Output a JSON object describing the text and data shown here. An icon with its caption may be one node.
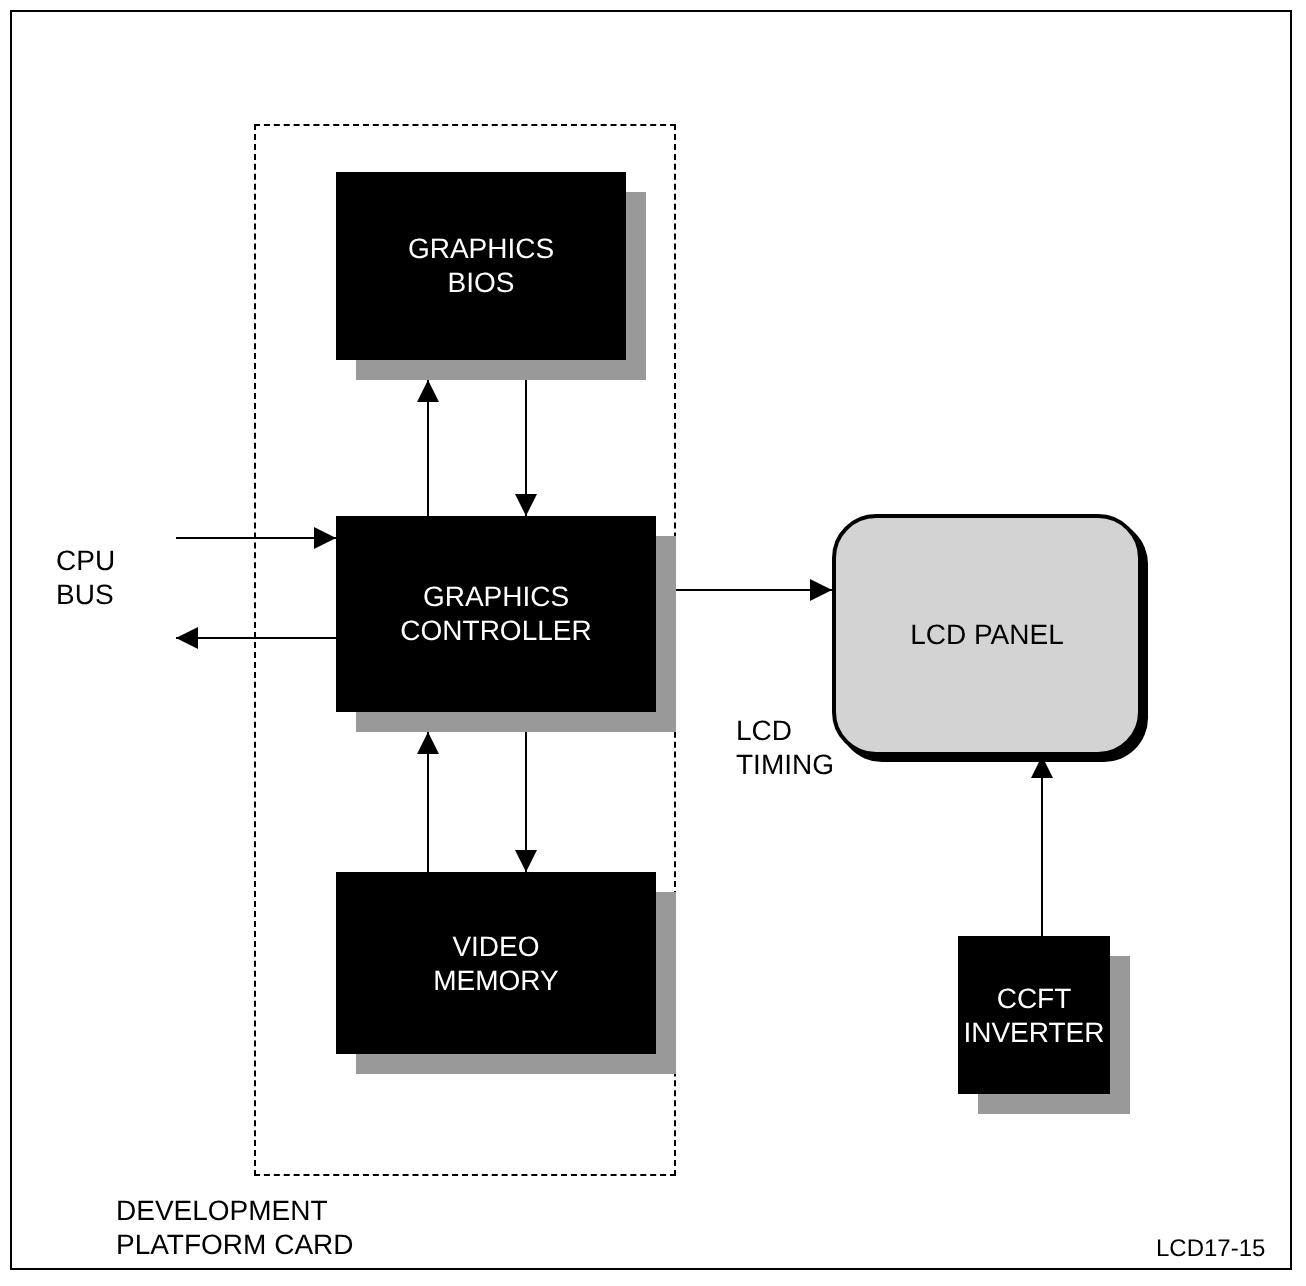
{
  "diagram": {
    "nodes": [
      {
        "text": [
          "DEVELOPMENT PLATFORM CARD"
        ]
      },
      {
        "text": [
          "GRAPHICS BIOS"
        ],
        "in": 0
      },
      {
        "text": [
          "GRAPHICS CONTROLLER"
        ],
        "in": 0
      },
      {
        "text": [
          "VIDEO MEMORY"
        ],
        "in": 0
      },
      {
        "text": [
          "LCD PANEL"
        ]
      },
      {
        "text": [
          "CCFT INVERTER"
        ]
      },
      {
        "text": [
          "CPU BUS"
        ]
      }
    ],
    "edges": [
      {
        "from": 2,
        "to": 1,
        "arrow": "to"
      },
      {
        "from": 1,
        "to": 2,
        "arrow": "to"
      },
      {
        "from": 6,
        "to": 2,
        "arrow": "to"
      },
      {
        "from": 2,
        "to": 6,
        "arrow": "to"
      },
      {
        "from": 2,
        "to": 4,
        "arrow": "to",
        "label": "LCD TIMING"
      },
      {
        "from": 3,
        "to": 2,
        "arrow": "to"
      },
      {
        "from": 2,
        "to": 3,
        "arrow": "to"
      },
      {
        "from": 5,
        "to": 4,
        "arrow": "to"
      }
    ],
    "labels": [
      "LCD17-15"
    ]
  }
}
